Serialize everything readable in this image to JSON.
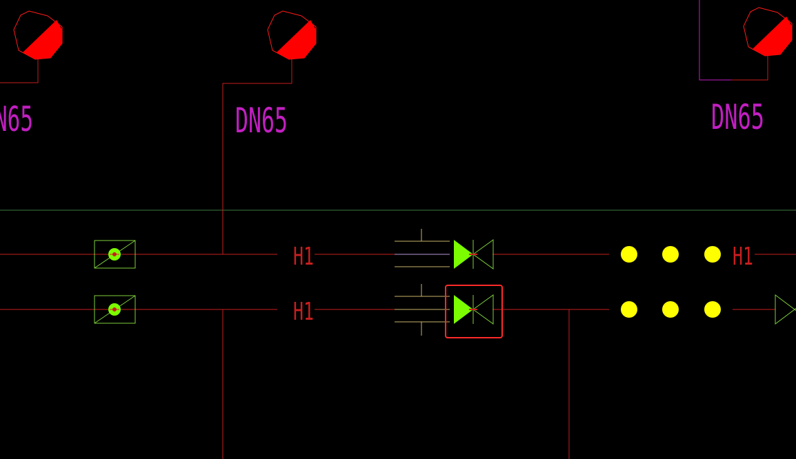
{
  "drawing": {
    "background_color": "#000000",
    "colors": {
      "pipe": "#c81e1e",
      "divider": "#3d7a40",
      "hydrant_fill": "#ff0000",
      "hydrant_stroke": "#ff1a1a",
      "label_magenta": "#c21fc2",
      "label_red": "#c81e1e",
      "valve_green": "#7cfc00",
      "valve_outline": "#7fd13b",
      "dot_yellow": "#ffff00",
      "flange_tan": "#c8b56a",
      "flange_lilac": "#b89ad8",
      "selection_box": "#ff2a2a"
    },
    "hydrants": [
      {
        "name": "hydrant-1",
        "symbol": "fire-hydrant-icon"
      },
      {
        "name": "hydrant-2",
        "symbol": "fire-hydrant-icon"
      },
      {
        "name": "hydrant-3",
        "symbol": "fire-hydrant-icon"
      }
    ],
    "size_labels": [
      {
        "name": "pipe-size-label-1",
        "text": "N65"
      },
      {
        "name": "pipe-size-label-2",
        "text": "DN65"
      },
      {
        "name": "pipe-size-label-3",
        "text": "DN65"
      }
    ],
    "line_labels": [
      {
        "name": "line-label-upper-left",
        "text": "H1"
      },
      {
        "name": "line-label-lower-left",
        "text": "H1"
      },
      {
        "name": "line-label-upper-right",
        "text": "H1"
      }
    ],
    "selected_element": "gate-valve-lower"
  }
}
